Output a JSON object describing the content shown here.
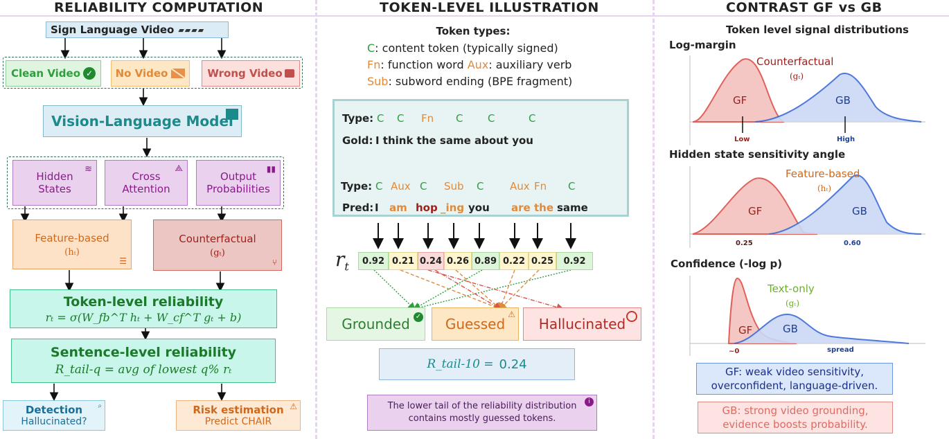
{
  "titles": {
    "left": "RELIABILITY COMPUTATION",
    "middle": "TOKEN-LEVEL ILLUSTRATION",
    "right": "CONTRAST GF vs GB"
  },
  "left": {
    "input": "Sign Language  Video",
    "clean": "Clean Video",
    "novideo": "No Video",
    "wrong": "Wrong Video",
    "vlm": "Vision-Language Model",
    "hidden": "Hidden States",
    "cross": "Cross Attention",
    "output": "Output Probabilities",
    "feature": "Feature-based",
    "feature_sym": "(hₜ)",
    "counter": "Counterfactual",
    "counter_sym": "(gₜ)",
    "token_title": "Token-level reliability",
    "token_formula": "rₜ = σ(W_fb^T hₜ + W_cf^T gₜ + b)",
    "sentence_title": "Sentence-level reliability",
    "sentence_formula": "R_tail-q = avg of lowest q% rₜ",
    "detection_title": "Detection",
    "detection_sub": "Hallucinated?",
    "risk_title": "Risk estimation",
    "risk_sub": "Predict CHAIR"
  },
  "middle": {
    "types_heading": "Token types:",
    "legend": [
      {
        "key": "C",
        "text": ": content token (typically signed)"
      },
      {
        "key": "Fn",
        "text": ": function word ",
        "key2": "Aux",
        "text2": ": auxiliary verb"
      },
      {
        "key": "Sub",
        "text": ": subword ending (BPE fragment)"
      }
    ],
    "type_label": "Type:",
    "gold_label": "Gold:",
    "gold_sentence": "I think the same about you",
    "gold_types": [
      "C",
      "C",
      "Fn",
      "C",
      "C",
      "C"
    ],
    "pred_label": "Pred:",
    "pred_types": [
      "C",
      "Aux",
      "C",
      "Sub",
      "C",
      "Aux",
      "Fn",
      "C"
    ],
    "pred_tokens": [
      "I",
      "am",
      "hop",
      "_ing",
      "you",
      "are",
      "the",
      "same"
    ],
    "rt_values": [
      "0.92",
      "0.21",
      "0.24",
      "0.26",
      "0.89",
      "0.22",
      "0.25",
      "0.92"
    ],
    "grounded": "Grounded",
    "guessed": "Guessed",
    "hallucinated": "Hallucinated",
    "rtail_label": "R_tail-10 =",
    "rtail_value": "0.24",
    "note": "The lower tail of the reliability distribution contains mostly guessed tokens."
  },
  "right": {
    "subtitle": "Token level signal distributions",
    "p1_label": "Log-margin",
    "p1_method": "Counterfactual",
    "p1_sym": "(gₜ)",
    "p1_low": "Low",
    "p1_high": "High",
    "p2_label": "Hidden state sensitivity angle",
    "p2_method": "Feature-based",
    "p2_sym": "(hₜ)",
    "p2_v1": "0.25",
    "p2_v2": "0.60",
    "p3_label": "Confidence (-log p)",
    "p3_method": "Text-only",
    "p3_sym": "(gₜ)",
    "p3_v1": "~0",
    "p3_v2": "spread",
    "gf": "GF",
    "gb": "GB",
    "gf_note": "GF: weak video sensitivity, overconfident, language-driven.",
    "gb_note": "GB: strong video grounding, evidence boosts probability."
  },
  "colors": {
    "green": "#2e9e3e",
    "orange": "#e08a3a",
    "red": "#d9534f",
    "purple": "#8a1a8a",
    "teal": "#1a8a8a",
    "blue": "#3a6bd9"
  }
}
